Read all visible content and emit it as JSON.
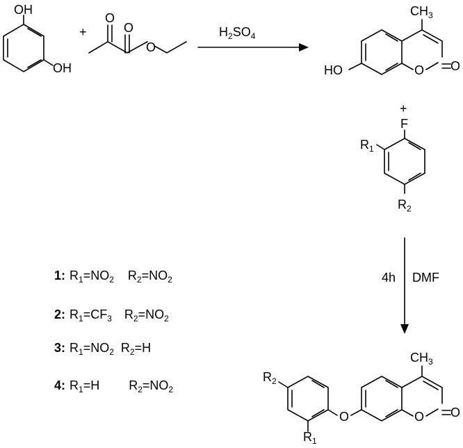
{
  "reagents": {
    "resorcinol": {
      "oh_top": "OH",
      "oh_bottom": "OH"
    },
    "plus_1": "+",
    "ethyl_acetoacetate": {
      "o_ketone": "O",
      "o_ester_carbonyl": "O",
      "o_ester": "O"
    }
  },
  "step1": {
    "reagent_main": "H",
    "sub_2": "2",
    "reagent_mid": "SO",
    "sub_4": "4"
  },
  "coumarin": {
    "methyl_c": "CH",
    "methyl_sub": "3",
    "ho": "HO",
    "ring_o": "O",
    "carbonyl_o": "O"
  },
  "plus_2": "+",
  "aryl_fluoride": {
    "f": "F",
    "r1": "R",
    "r1_sub": "1",
    "r2": "R",
    "r2_sub": "2"
  },
  "step2": {
    "time": "4h",
    "solvent": "DMF"
  },
  "legend": [
    {
      "num": "1:",
      "r1": "R",
      "r1_sub": "1",
      "r1_eq": "=NO",
      "r1_eq_sub": "2",
      "r2": "R",
      "r2_sub": "2",
      "r2_eq": "=NO",
      "r2_eq_sub": "2"
    },
    {
      "num": "2:",
      "r1": "R",
      "r1_sub": "1",
      "r1_eq": "=CF",
      "r1_eq_sub": "3",
      "r2": "R",
      "r2_sub": "2",
      "r2_eq": "=NO",
      "r2_eq_sub": "2"
    },
    {
      "num": "3:",
      "r1": "R",
      "r1_sub": "1",
      "r1_eq": "=NO",
      "r1_eq_sub": "2",
      "r2": "R",
      "r2_sub": "2",
      "r2_eq": "=H",
      "r2_eq_sub": ""
    },
    {
      "num": "4:",
      "r1": "R",
      "r1_sub": "1",
      "r1_eq": "=H",
      "r1_eq_sub": "",
      "r2": "R",
      "r2_sub": "2",
      "r2_eq": "=NO",
      "r2_eq_sub": "2"
    }
  ],
  "product": {
    "methyl_c": "CH",
    "methyl_sub": "3",
    "r2": "R",
    "r2_sub": "2",
    "r1": "R",
    "r1_sub": "1",
    "ether_o": "O",
    "ring_o": "O",
    "carbonyl_o": "O"
  }
}
